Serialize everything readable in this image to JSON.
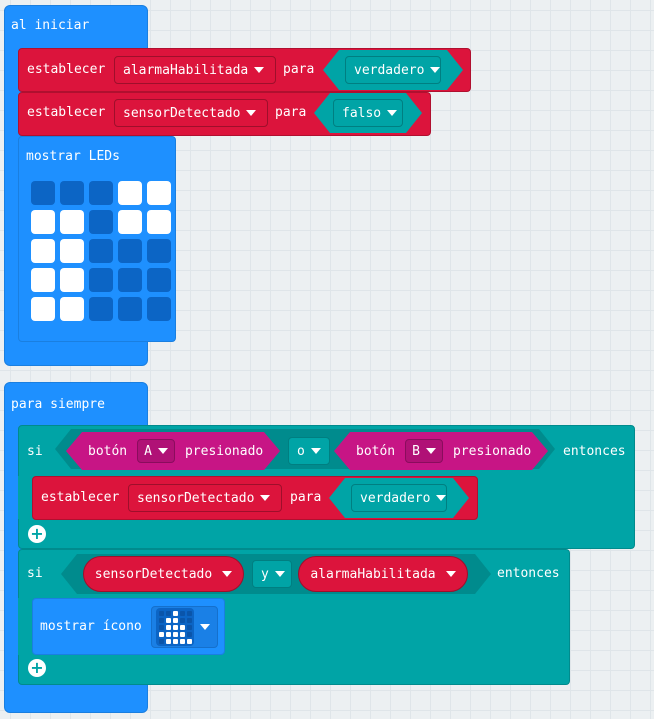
{
  "on_start": {
    "hat_label": "al iniciar",
    "set1": {
      "keyword": "establecer",
      "variable": "alarmaHabilitada",
      "to": "para",
      "value": "verdadero"
    },
    "set2": {
      "keyword": "establecer",
      "variable": "sensorDetectado",
      "to": "para",
      "value": "falso"
    },
    "show_leds": {
      "label": "mostrar LEDs",
      "grid": [
        [
          0,
          0,
          0,
          1,
          1
        ],
        [
          1,
          1,
          0,
          1,
          1
        ],
        [
          1,
          1,
          0,
          0,
          0
        ],
        [
          1,
          1,
          0,
          0,
          0
        ],
        [
          1,
          1,
          0,
          0,
          0
        ]
      ]
    }
  },
  "forever": {
    "hat_label": "para siempre",
    "if1": {
      "keyword": "si",
      "then": "entonces",
      "left": {
        "label": "botón",
        "button": "A",
        "event": "presionado"
      },
      "operator": "o",
      "right": {
        "label": "botón",
        "button": "B",
        "event": "presionado"
      },
      "body": {
        "keyword": "establecer",
        "variable": "sensorDetectado",
        "to": "para",
        "value": "verdadero"
      },
      "add_icon": "plus-icon"
    },
    "if2": {
      "keyword": "si",
      "then": "entonces",
      "left": "sensorDetectado",
      "operator": "y",
      "right": "alarmaHabilitada",
      "body": {
        "label": "mostrar ícono",
        "icon_grid": [
          [
            0,
            0,
            1,
            0,
            0
          ],
          [
            0,
            1,
            1,
            0,
            0
          ],
          [
            0,
            1,
            1,
            1,
            0
          ],
          [
            1,
            1,
            1,
            1,
            0
          ],
          [
            0,
            1,
            1,
            1,
            1
          ]
        ]
      },
      "add_icon": "plus-icon"
    }
  },
  "colors": {
    "workspace": "#ecf0f2",
    "basic_blue": "#1e90ff",
    "variables_red": "#dc143c",
    "logic_teal": "#00a4a6",
    "input_purple": "#c71585"
  }
}
